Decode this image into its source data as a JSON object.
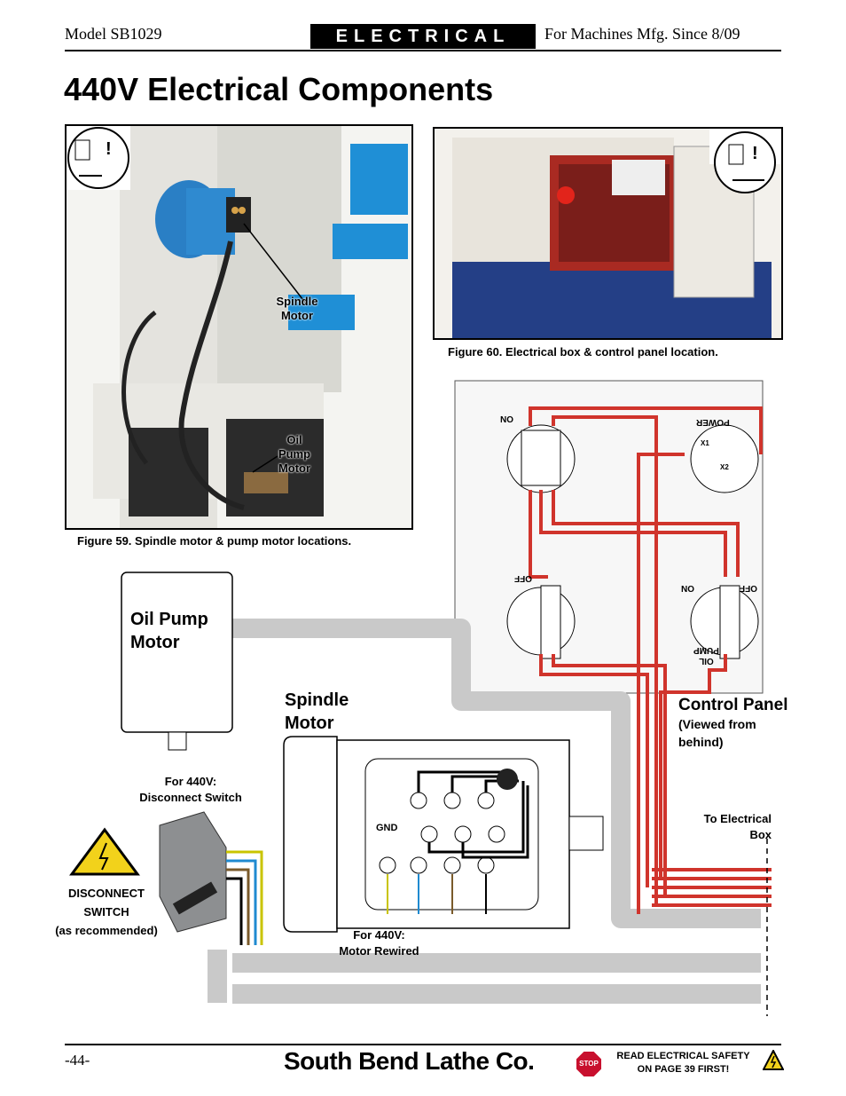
{
  "header": {
    "model": "Model SB1029",
    "section": "ELECTRICAL",
    "machines": "For Machines Mfg. Since 8/09"
  },
  "title": "440V Electrical Components",
  "figure59": {
    "caption": "Figure 59.  Spindle motor & pump motor locations.",
    "callout_spindle": [
      "Spindle",
      "Motor"
    ],
    "callout_pump": [
      "Oil",
      "Pump",
      "Motor"
    ]
  },
  "figure60": {
    "caption": "Figure 60.  Electrical box & control panel location."
  },
  "labels": {
    "oil_pump_motor": [
      "Oil Pump",
      "Motor"
    ],
    "spindle_motor": [
      "Spindle",
      "Motor"
    ],
    "control_panel": "Control Panel",
    "control_panel_note": [
      "(Viewed from",
      "behind)"
    ],
    "disconnect_switch_note": [
      "For 440V:",
      "Disconnect Switch"
    ],
    "disconnect_switch": [
      "DISCONNECT",
      "SWITCH",
      "(as recommended)"
    ],
    "motor_rewired": [
      "For 440V:",
      "Motor Rewired"
    ],
    "to_electrical_box": [
      "To Electrical",
      "Box"
    ],
    "gnd": "GND"
  },
  "panel_labels": {
    "on_top": "ON",
    "power": "POWER",
    "off_left": "OFF",
    "on_right": "ON",
    "off_right": "OFF",
    "oil_pump": [
      "OIL",
      "PUMP"
    ],
    "x1": "X1",
    "x2": "X2"
  },
  "footer": {
    "page": "-44-",
    "brand": "South Bend Lathe Co.",
    "stop": "STOP",
    "safety": [
      "READ ELECTRICAL SAFETY",
      "ON PAGE 39 FIRST!"
    ]
  },
  "colors": {
    "wire_red": "#d0342c",
    "conduit": "#c8c8c8",
    "photo_frame": "#1a1a1a"
  }
}
